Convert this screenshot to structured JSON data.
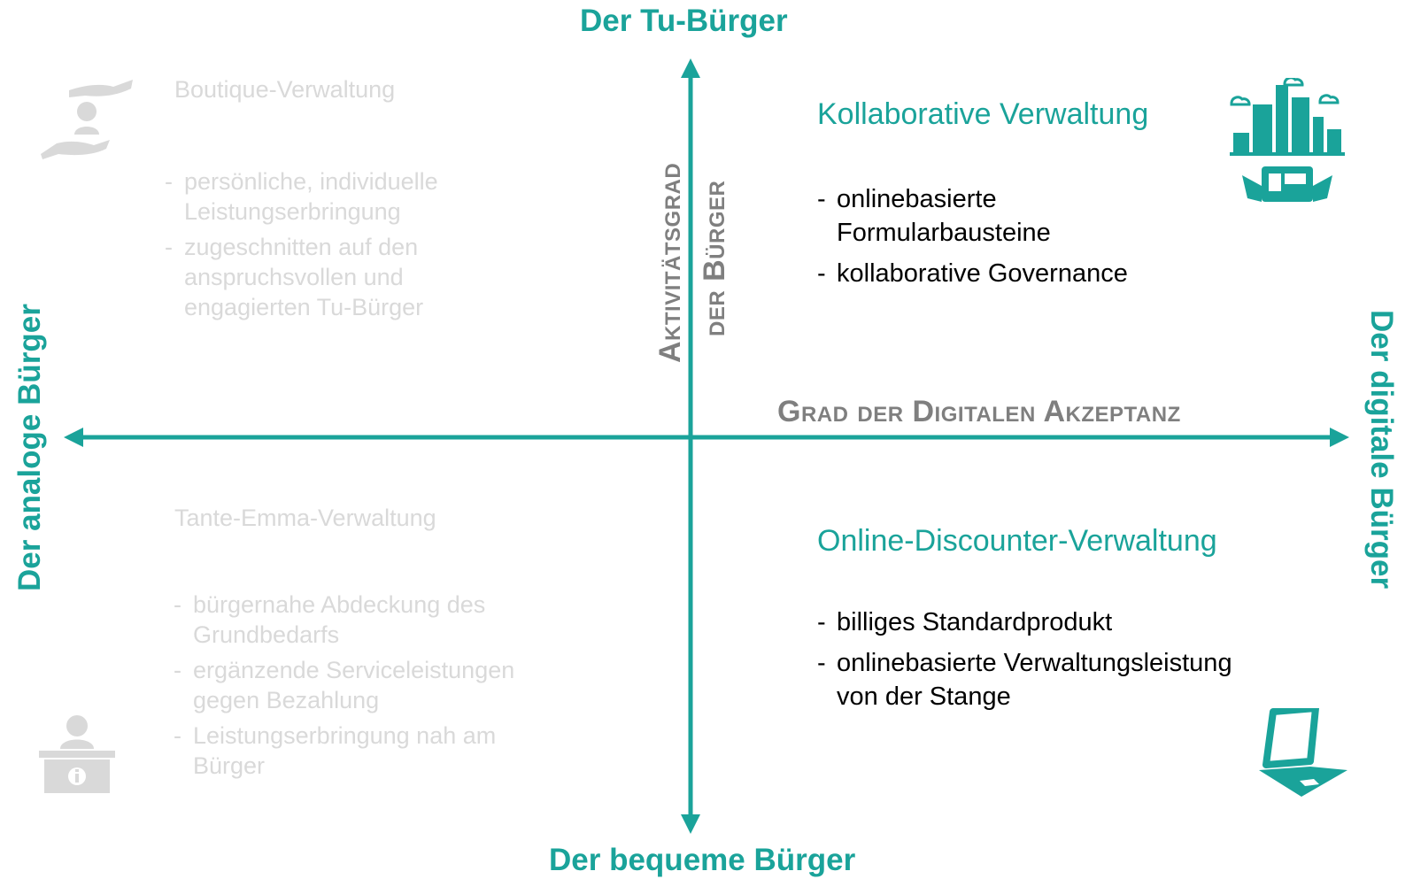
{
  "colors": {
    "accent": "#1aa39a",
    "faded": "#d9d9d9",
    "axis_label": "#7f7f7f"
  },
  "axes": {
    "top": "Der Tu-Bürger",
    "bottom": "Der bequeme Bürger",
    "left": "Der analoge Bürger",
    "right": "Der digitale Bürger",
    "vertical_label_line1": "Aktivitätsgrad",
    "vertical_label_line2": "der Bürger",
    "horizontal_label": "Grad der Digitalen Akzeptanz"
  },
  "quadrants": {
    "top_left": {
      "title": "Boutique-Verwaltung",
      "icon": "hands-person-icon",
      "bullets": [
        "persönliche, individuelle Leistungserbringung",
        "zugeschnitten auf den anspruchsvollen und engagierten Tu-Bürger"
      ]
    },
    "top_right": {
      "title": "Kollaborative Verwaltung",
      "icon": "smart-city-tablet-icon",
      "bullets": [
        "onlinebasierte Formularbausteine",
        "kollaborative Governance"
      ]
    },
    "bottom_left": {
      "title": "Tante-Emma-Verwaltung",
      "icon": "info-desk-person-icon",
      "bullets": [
        "bürgernahe Abdeckung des Grundbedarfs",
        "ergänzende Serviceleistungen gegen Bezahlung",
        "Leistungserbringung nah am Bürger"
      ]
    },
    "bottom_right": {
      "title": "Online-Discounter-Verwaltung",
      "icon": "laptop-icon",
      "bullets": [
        "billiges Standardprodukt",
        "onlinebasierte Verwaltungsleistung von der Stange"
      ]
    }
  }
}
